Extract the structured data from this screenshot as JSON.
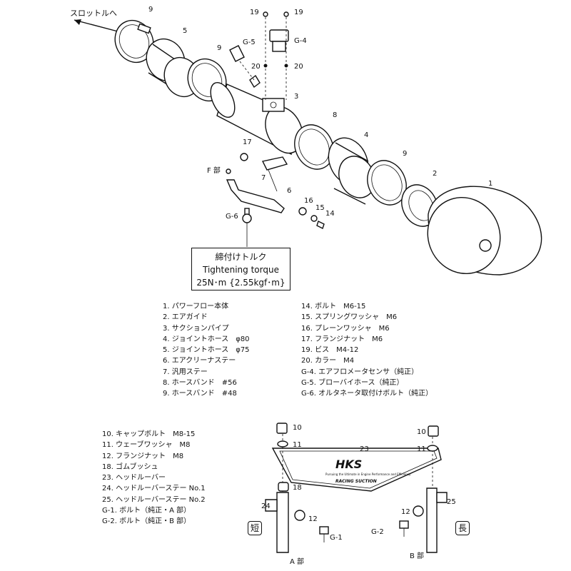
{
  "arrow_label": "スロットルへ",
  "callouts": {
    "c9a": "9",
    "c5": "5",
    "c9b": "9",
    "c19a": "19",
    "c19b": "19",
    "cG5": "G-5",
    "cG4": "G-4",
    "c20a": "20",
    "c20b": "20",
    "c3": "3",
    "c8": "8",
    "c4": "4",
    "c9c": "9",
    "c2": "2",
    "c1": "1",
    "c17": "17",
    "cF": "F 部",
    "c7": "7",
    "c6": "6",
    "c16": "16",
    "c15": "15",
    "c14": "14",
    "cG6": "G-6",
    "c10a": "10",
    "c10b": "10",
    "c11a": "11",
    "c11b": "11",
    "c23": "23",
    "c18": "18",
    "c24": "24",
    "c25": "25",
    "c12a": "12",
    "c12b": "12",
    "cG1": "G-1",
    "cG2": "G-2",
    "cA": "A 部",
    "cB": "B 部"
  },
  "torque": {
    "jp": "締付けトルク",
    "en": "Tightening torque",
    "value": "25N･m {2.55kgf･m}"
  },
  "logo": {
    "brand": "HKS",
    "tagline": "Pursuing the Ultimate in Engine Performance and Efficiency",
    "name": "RACING SUCTION"
  },
  "badges": {
    "short": "短",
    "long": "長"
  },
  "parts_left": [
    "1.  パワーフロー本体",
    "2.  エアガイド",
    "3.  サクションパイプ",
    "4.  ジョイントホース　φ80",
    "5.  ジョイントホース　φ75",
    "6.  エアクリーナステー",
    "7.  汎用ステー",
    "8.  ホースバンド　#56",
    "9.  ホースバンド　#48"
  ],
  "parts_right": [
    "14. ボルト　M6-15",
    "15. スプリングワッシャ　M6",
    "16. プレーンワッシャ　M6",
    "17. フランジナット　M6",
    "19. ビス　M4-12",
    "20. カラー　M4",
    "G-4. エアフロメータセンサ（純正）",
    "G-5. ブローバイホース（純正）",
    "G-6. オルタネータ取付けボルト（純正）"
  ],
  "parts_bottom": [
    "10. キャップボルト　M8-15",
    "11. ウェーブワッシャ　M8",
    "12. フランジナット　M8",
    "18. ゴムブッシュ",
    "23. ヘッドルーバー",
    "24. ヘッドルーバーステー No.1",
    "25. ヘッドルーバーステー No.2",
    "G-1. ボルト（純正・A 部）",
    "G-2. ボルト（純正・B 部）"
  ]
}
